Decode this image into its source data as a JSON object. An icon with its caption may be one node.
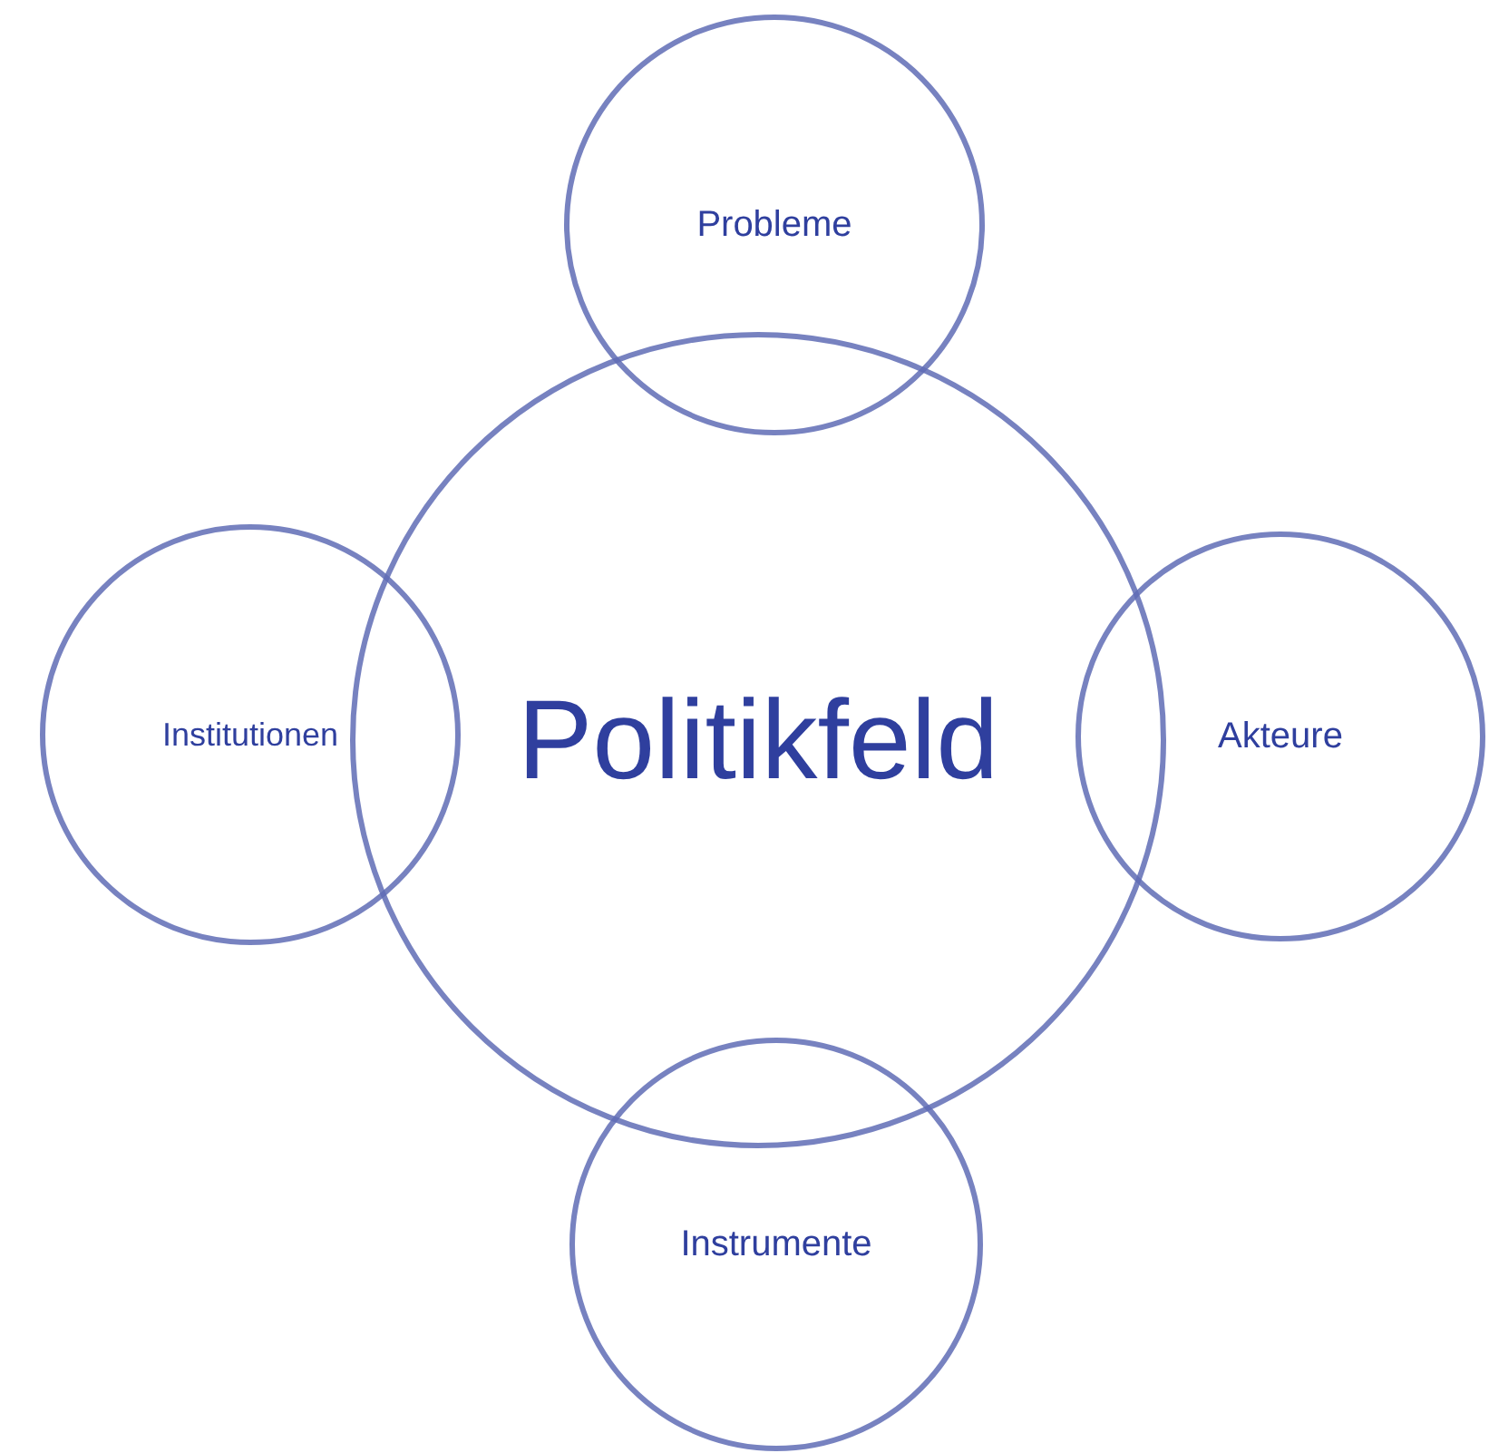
{
  "diagram": {
    "nodes": [
      {
        "text": [
          "Probleme"
        ]
      },
      {
        "text": [
          "Institutionen"
        ]
      },
      {
        "text": [
          "Politikfeld"
        ]
      },
      {
        "text": [
          "Akteure"
        ]
      },
      {
        "text": [
          "Instrumente"
        ]
      }
    ]
  }
}
